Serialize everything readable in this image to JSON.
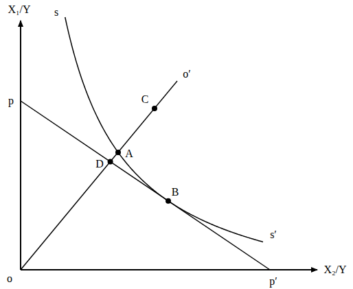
{
  "diagram": {
    "labels": [
      "X₁/Y",
      "s",
      "o′",
      "p",
      "C",
      "A",
      "D",
      "B",
      "s′",
      "o",
      "p′",
      "X₂/Y"
    ]
  }
}
